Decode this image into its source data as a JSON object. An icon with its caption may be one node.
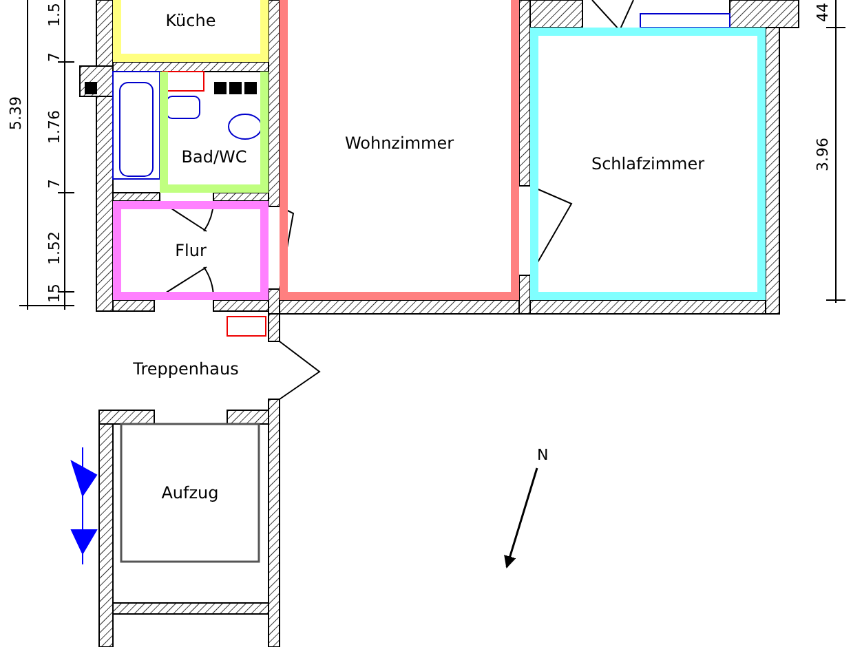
{
  "diagram": {
    "nodes": [
      {
        "text": [
          "Küche"
        ]
      },
      {
        "text": [
          "Wohnzimmer"
        ]
      },
      {
        "text": [
          "Schlafzimmer"
        ]
      },
      {
        "text": [
          "Bad/WC"
        ]
      },
      {
        "text": [
          "Flur"
        ]
      },
      {
        "text": [
          "Treppenhaus"
        ]
      },
      {
        "text": [
          "Aufzug"
        ]
      }
    ],
    "edges": [],
    "labels": [
      "1.5",
      "44",
      "5.39",
      "7",
      "1.76",
      "3.96",
      "7",
      "1.52",
      "15",
      "N"
    ]
  }
}
